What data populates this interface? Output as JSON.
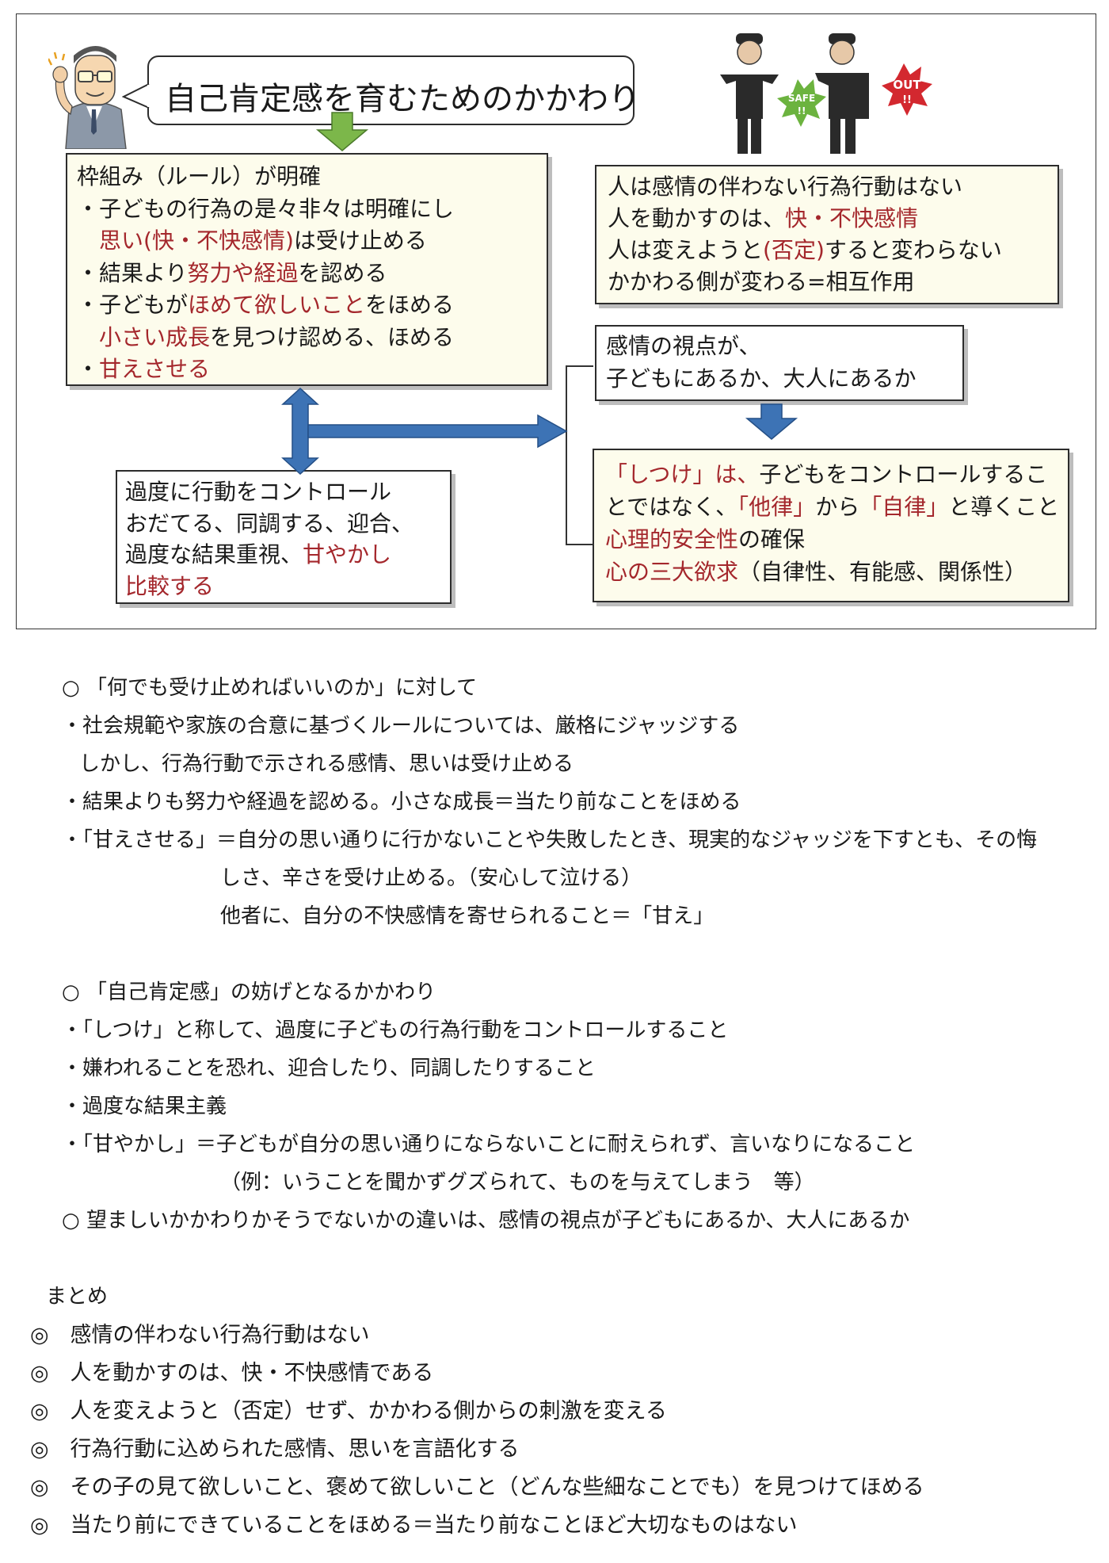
{
  "diagram": {
    "title": "自己肯定感を育むためのかかわり",
    "referee_badges": {
      "safe": "SAFE",
      "out": "OUT",
      "marks": "!!"
    },
    "box_framework": {
      "heading": "枠組み（ルール）が明確",
      "lines": [
        [
          {
            "t": "・子どもの行為の是々非々は明確にし"
          }
        ],
        [
          {
            "t": "　"
          },
          {
            "t": "思い(快・不快感情)",
            "red": true
          },
          {
            "t": "は受け止める"
          }
        ],
        [
          {
            "t": "・結果より"
          },
          {
            "t": "努力や経過",
            "red": true
          },
          {
            "t": "を認める"
          }
        ],
        [
          {
            "t": "・子どもが"
          },
          {
            "t": "ほめて欲しいこと",
            "red": true
          },
          {
            "t": "をほめる"
          }
        ],
        [
          {
            "t": "　"
          },
          {
            "t": "小さい成長",
            "red": true
          },
          {
            "t": "を見つけ認める、ほめる"
          }
        ],
        [
          {
            "t": "・"
          },
          {
            "t": "甘えさせる",
            "red": true
          }
        ]
      ]
    },
    "box_emotion": {
      "lines": [
        [
          {
            "t": "人は感情の伴わない行為行動はない"
          }
        ],
        [
          {
            "t": "人を動かすのは、"
          },
          {
            "t": "快・不快感情",
            "red": true
          }
        ],
        [
          {
            "t": "人は変えようと"
          },
          {
            "t": "(否定)",
            "red": true
          },
          {
            "t": "すると変わらない"
          }
        ],
        [
          {
            "t": "かかわる側が変わる=相互作用"
          }
        ]
      ]
    },
    "box_viewpoint": {
      "lines": [
        [
          {
            "t": "感情の視点が、"
          }
        ],
        [
          {
            "t": "子どもにあるか、大人にあるか"
          }
        ]
      ]
    },
    "box_control": {
      "lines": [
        [
          {
            "t": "過度に行動をコントロール"
          }
        ],
        [
          {
            "t": "おだてる、同調する、迎合、"
          }
        ],
        [
          {
            "t": "過度な結果重視、"
          },
          {
            "t": "甘やかし",
            "red": true
          }
        ],
        [
          {
            "t": "比較する",
            "red": true
          }
        ]
      ]
    },
    "box_discipline": {
      "lines": [
        [
          {
            "t": "「しつけ」は、",
            "red": true
          },
          {
            "t": "子どもをコントロールするこ"
          }
        ],
        [
          {
            "t": "とではなく、"
          },
          {
            "t": "「他律」",
            "red": true
          },
          {
            "t": "から"
          },
          {
            "t": "「自律」",
            "red": true
          },
          {
            "t": "と導くこと"
          }
        ],
        [
          {
            "t": "心理的安全性",
            "red": true
          },
          {
            "t": "の確保"
          }
        ],
        [
          {
            "t": "心の三大欲求",
            "red": true
          },
          {
            "t": "（自律性、有能感、関係性）"
          }
        ]
      ]
    }
  },
  "section1": {
    "heading": "○ 「何でも受け止めればいいのか」に対して",
    "lines": [
      "・社会規範や家族の合意に基づくルールについては、厳格にジャッジする",
      "しかし、行為行動で示される感情、思いは受け止める",
      "・結果よりも努力や経過を認める。小さな成長＝当たり前なことをほめる",
      "・「甘えさせる」＝自分の思い通りに行かないことや失敗したとき、現実的なジャッジを下すとも、その悔",
      "しさ、辛さを受け止める。（安心して泣ける）",
      "他者に、自分の不快感情を寄せられること＝「甘え」"
    ]
  },
  "section2": {
    "heading": "○ 「自己肯定感」の妨げとなるかかわり",
    "lines": [
      "・「しつけ」と称して、過度に子どもの行為行動をコントロールすること",
      "・嫌われることを恐れ、迎合したり、同調したりすること",
      "・過度な結果主義",
      "・「甘やかし」＝子どもが自分の思い通りにならないことに耐えられず、言いなりになること",
      "（例：いうことを聞かずグズられて、ものを与えてしまう　等）",
      "○ 望ましいかかわりかそうでないかの違いは、感情の視点が子どもにあるか、大人にあるか"
    ]
  },
  "summary": {
    "heading": "まとめ",
    "items": [
      "◎　感情の伴わない行為行動はない",
      "◎　人を動かすのは、快・不快感情である",
      "◎　人を変えようと（否定）せず、かかわる側からの刺激を変える",
      "◎　行為行動に込められた感情、思いを言語化する",
      "◎　その子の見て欲しいこと、褒めて欲しいこと（どんな些細なことでも）を見つけてほめる",
      "◎　当たり前にできていることをほめる＝当たり前なことほど大切なものはない"
    ]
  }
}
